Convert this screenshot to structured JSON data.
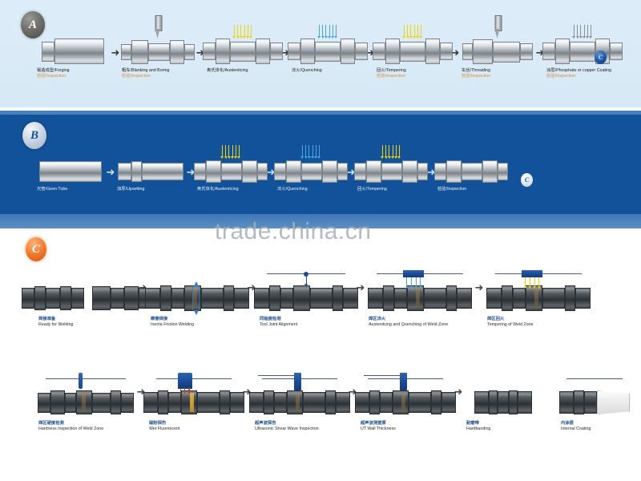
{
  "watermark": "trade.china.cn",
  "colors": {
    "section_a_bg": "#dcecf8",
    "section_b_bg": "#11529a",
    "section_c_bg": "#ffffff",
    "badge_a": "#6e6e6a",
    "badge_b": "#c9d6e4",
    "badge_c": "#f07c2e",
    "inspection_text": "#d98f3a",
    "section_c_heading": "#1f4f93",
    "tool_blue": "#1b4a93",
    "jet_yellow": "#f2d300",
    "jet_blue": "#49a6e0"
  },
  "sections": {
    "a": {
      "badge": "A",
      "end_marker": "C",
      "steps": [
        {
          "cn": "锻造成型/Forging",
          "en": "",
          "inspection": "检验/Inspection",
          "icon": "none"
        },
        {
          "cn": "粗车/Blanking and Boring",
          "en": "",
          "inspection": "检验/Inspection",
          "icon": "drill-bit-icon"
        },
        {
          "cn": "奥氏体化/Austenitcing",
          "en": "",
          "inspection": "",
          "icon": "heater-yellow-icon"
        },
        {
          "cn": "淬火/Quenching",
          "en": "",
          "inspection": "",
          "icon": "quench-blue-icon"
        },
        {
          "cn": "回火/Tempering",
          "en": "",
          "inspection": "检验/Inspection",
          "icon": "heater-yellow-icon"
        },
        {
          "cn": "车丝/Threading",
          "en": "",
          "inspection": "检验/Inspection",
          "icon": "drill-bit-icon"
        },
        {
          "cn": "涂层/Phosphate or copper Coating",
          "en": "",
          "inspection": "检验/Inspection",
          "icon": "spray-gray-icon"
        }
      ]
    },
    "b": {
      "badge": "B",
      "end_marker": "C",
      "steps": [
        {
          "cn": "光管/Geen Tube",
          "icon": "none"
        },
        {
          "cn": "加厚/Upsetting",
          "icon": "none"
        },
        {
          "cn": "奥氏体化/Austenitcing",
          "icon": "heater-yellow-icon"
        },
        {
          "cn": "淬火/Quenching",
          "icon": "quench-blue-icon"
        },
        {
          "cn": "回火/Tempering",
          "icon": "heater-yellow-icon"
        },
        {
          "cn": "检验/Inspection",
          "icon": "none"
        }
      ]
    },
    "c": {
      "badge": "C",
      "row1": [
        {
          "cn": "焊接准备",
          "en": "Ready for Welding",
          "icon": "two-pipes-icon"
        },
        {
          "cn": "摩擦焊接",
          "en": "Inertia Friction Welding",
          "icon": "weld-arrows-icon"
        },
        {
          "cn": "同轴度检测",
          "en": "Tool Joint Alignment",
          "icon": "alignment-probe-icon"
        },
        {
          "cn": "焊区淬火",
          "en": "Austenitcing and Quenching of Weld Zone",
          "icon": "quench-head-icon"
        },
        {
          "cn": "焊区回火",
          "en": "Tempering of Weld Zone",
          "icon": "temper-head-icon"
        }
      ],
      "row2": [
        {
          "cn": "焊区硬度检测",
          "en": "Hardness Inspection of Weld Zone",
          "icon": "hardness-probe-icon"
        },
        {
          "cn": "磁粉探伤",
          "en": "Wet Fluorescent",
          "icon": "fluorescent-head-icon"
        },
        {
          "cn": "超声波探伤",
          "en": "Ultrasonic Shear Wave Inspection",
          "icon": "ultrasonic-probe-icon"
        },
        {
          "cn": "超声波测壁厚",
          "en": "UT Wall Thickness",
          "icon": "ut-probe-icon"
        },
        {
          "cn": "耐磨带",
          "en": "Hardbanding",
          "icon": "none"
        },
        {
          "cn": "内涂层",
          "en": "Internal Coating",
          "icon": "coating-icon"
        }
      ]
    }
  },
  "arrow_glyph": "➜"
}
